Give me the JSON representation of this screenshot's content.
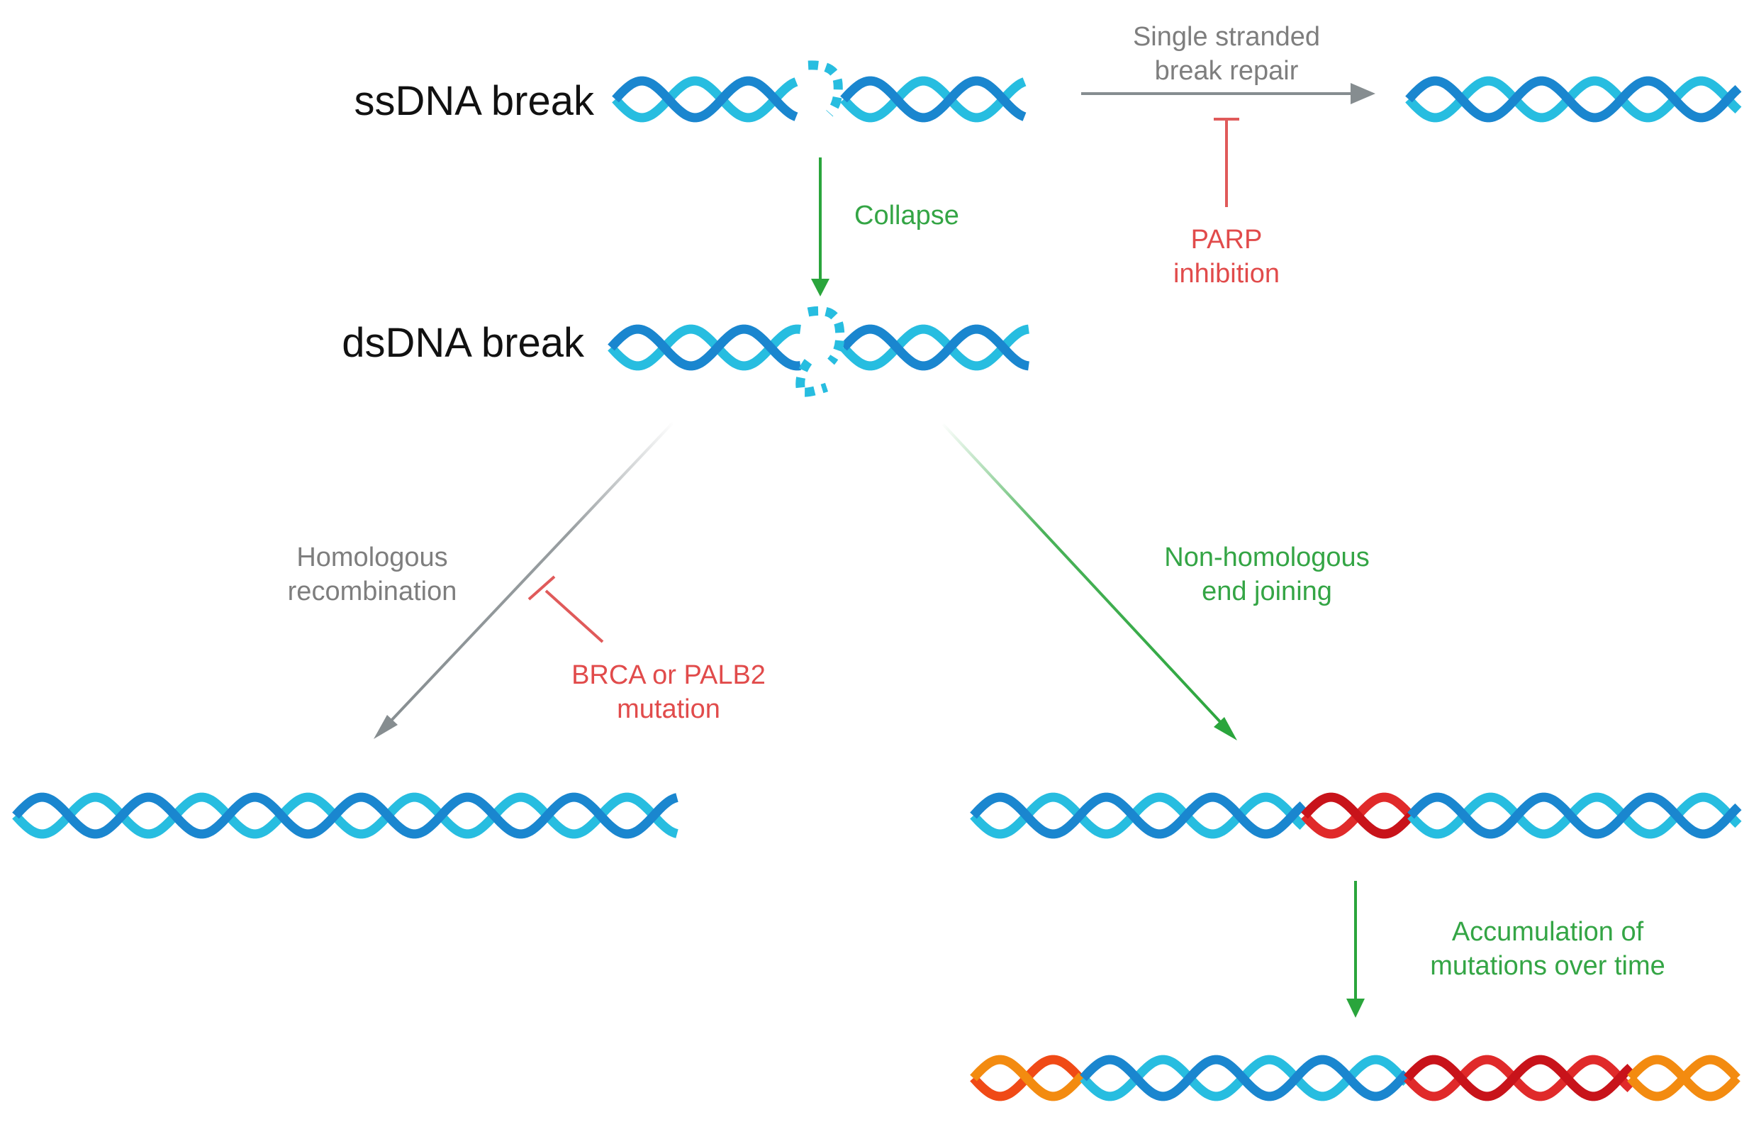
{
  "labels": {
    "ssdna_break": "ssDNA break",
    "dsdna_break": "dsDNA break",
    "collapse": "Collapse",
    "ssbr_line1": "Single stranded",
    "ssbr_line2": "break repair",
    "parp_line1": "PARP",
    "parp_line2": "inhibition",
    "hr_line1": "Homologous",
    "hr_line2": "recombination",
    "brca_line1": "BRCA or PALB2",
    "brca_line2": "mutation",
    "nhej_line1": "Non-homologous",
    "nhej_line2": "end joining",
    "accum_line1": "Accumulation of",
    "accum_line2": "mutations over time"
  },
  "colors": {
    "strand_dark": "#1a86cf",
    "strand_light": "#27bde0",
    "mut_red": "#e02a2a",
    "mut_red_dark": "#c8131a",
    "mut_orange": "#f38b10",
    "mut_orangered": "#f04a16",
    "arrow_green": "#2aa53c",
    "arrow_gray": "#868d90",
    "inhibit_red": "#e05a5a",
    "text_black": "#111111",
    "text_gray": "#7e7e7e",
    "text_green": "#34a545",
    "text_red": "#e14b4b"
  }
}
